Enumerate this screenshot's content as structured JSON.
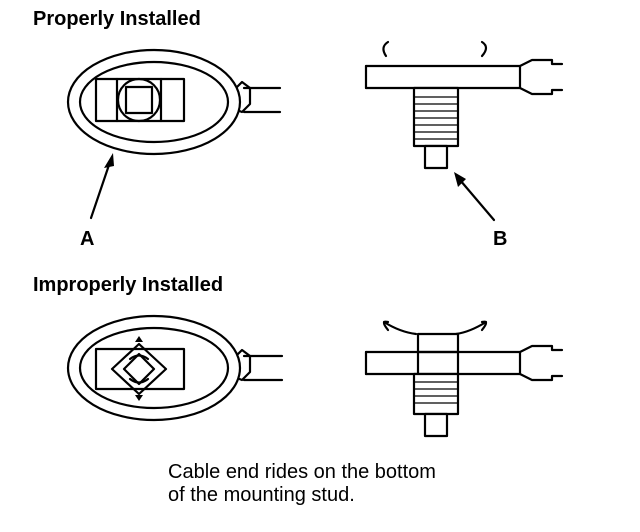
{
  "headings": {
    "proper": "Properly Installed",
    "improper": "Improperly Installed"
  },
  "callouts": {
    "a": "A",
    "b": "B"
  },
  "note": {
    "line1": "Cable end rides on the bottom",
    "line2": "of the mounting stud."
  }
}
